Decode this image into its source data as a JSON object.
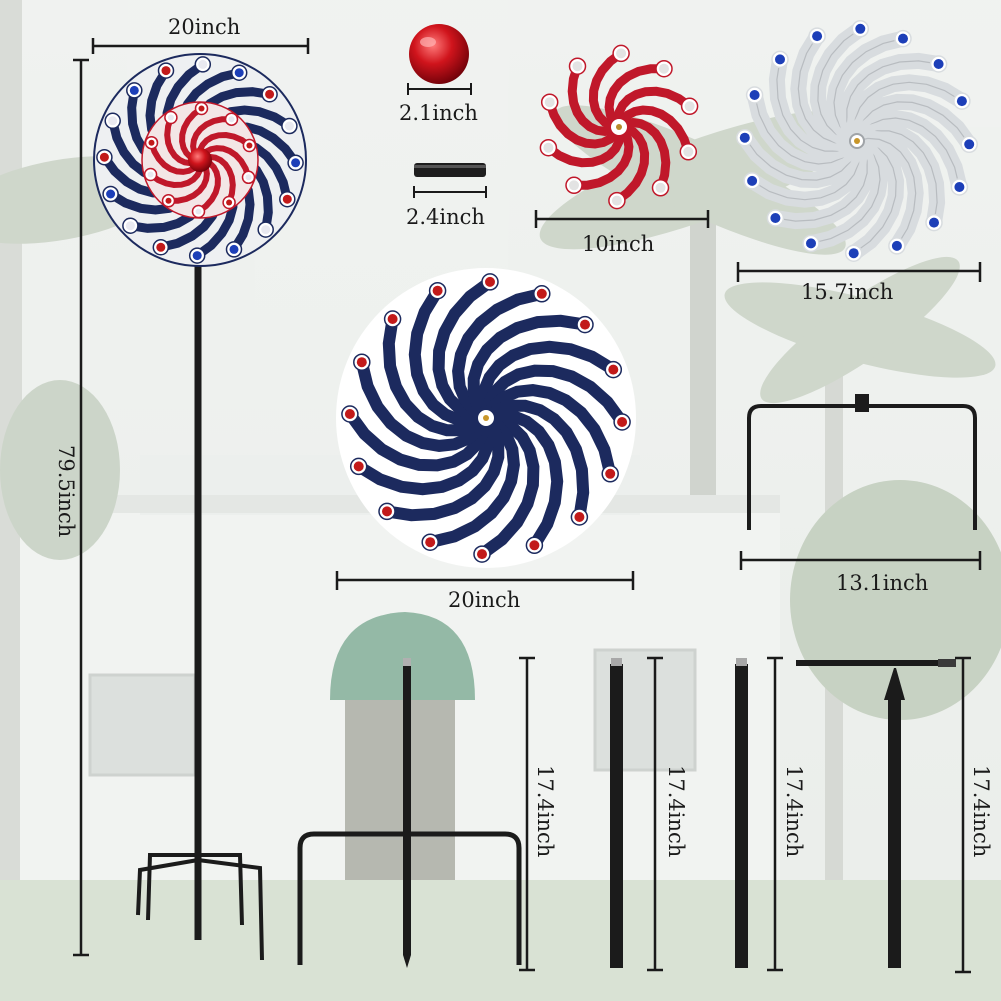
{
  "dimensions": {
    "main_spinner_width": "20inch",
    "total_height": "79.5inch",
    "ball_diameter": "2.1inch",
    "connector_length": "2.4inch",
    "small_wheel": "10inch",
    "medium_wheel": "15.7inch",
    "large_wheel": "20inch",
    "stake_width": "13.1inch",
    "pole_1": "17.4inch",
    "pole_2": "17.4inch",
    "pole_3": "17.4inch",
    "pole_4": "17.4inch"
  },
  "colors": {
    "navy": "#1c2a5e",
    "red": "#c0182a",
    "silver": "#d8dcdf",
    "blue_bead": "#1d3fb8",
    "red_bead": "#c21a1a",
    "pole": "#1b1b1b"
  }
}
